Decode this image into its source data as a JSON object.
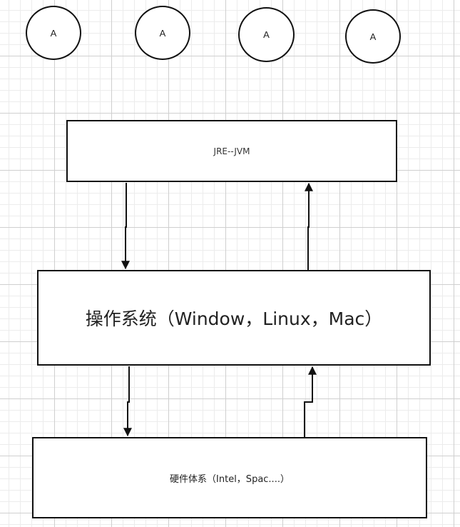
{
  "nodes": {
    "a1": {
      "label": "A"
    },
    "a2": {
      "label": "A"
    },
    "a3": {
      "label": "A"
    },
    "a4": {
      "label": "A"
    },
    "jre": {
      "label": "JRE--JVM"
    },
    "os": {
      "label": "操作系统（Window，Linux，Mac）"
    },
    "hw": {
      "label": "硬件体系（Intel，Spac....）"
    }
  },
  "edges": [
    {
      "from": "jre",
      "to": "os"
    },
    {
      "from": "os",
      "to": "jre"
    },
    {
      "from": "os",
      "to": "hw"
    },
    {
      "from": "hw",
      "to": "os"
    }
  ],
  "colors": {
    "stroke": "#111111",
    "text": "#222222",
    "grid": "#cfcfcf"
  }
}
